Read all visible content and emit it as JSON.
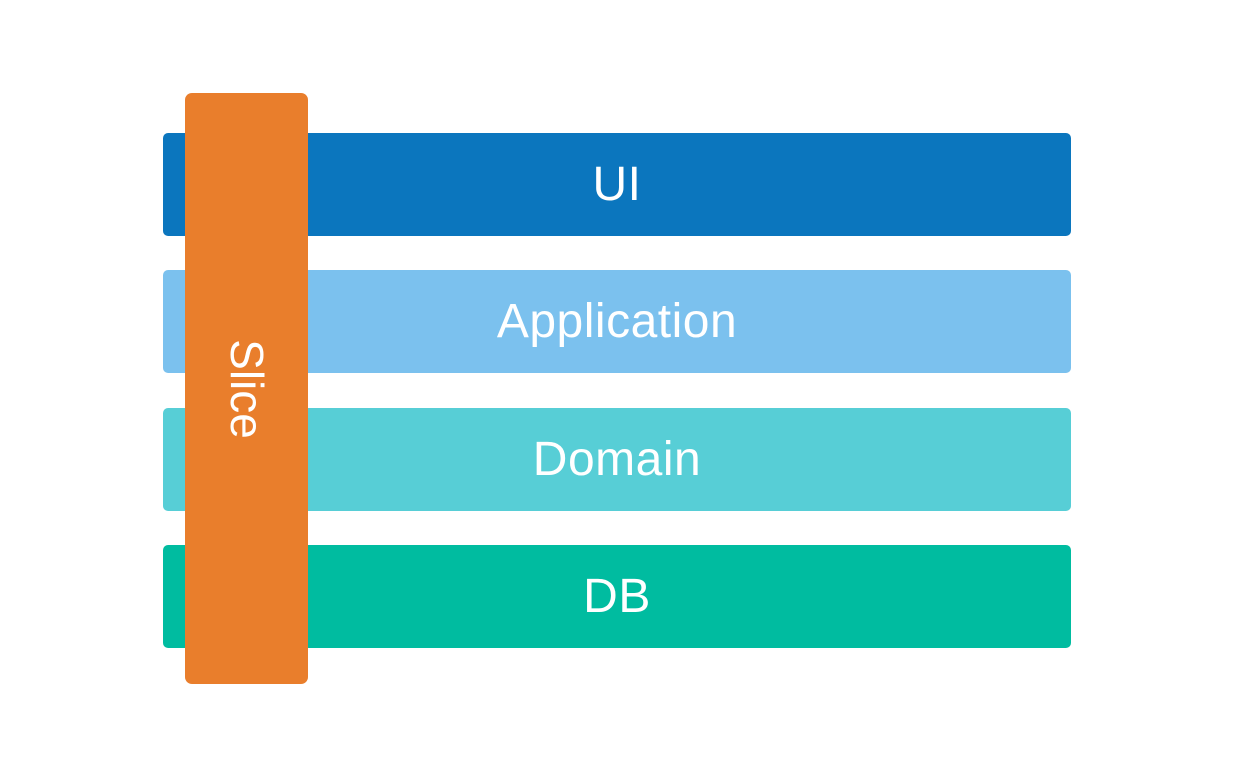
{
  "diagram": {
    "title": "layered-architecture-with-vertical-slice",
    "background_color": "#ffffff",
    "text_color": "#ffffff",
    "layers": [
      {
        "label": "UI",
        "color": "#0b76be"
      },
      {
        "label": "Application",
        "color": "#7bc1ee"
      },
      {
        "label": "Domain",
        "color": "#57ced6"
      },
      {
        "label": "DB",
        "color": "#00bca0"
      }
    ],
    "slice": {
      "label": "Slice",
      "color": "#e97e2c"
    }
  }
}
